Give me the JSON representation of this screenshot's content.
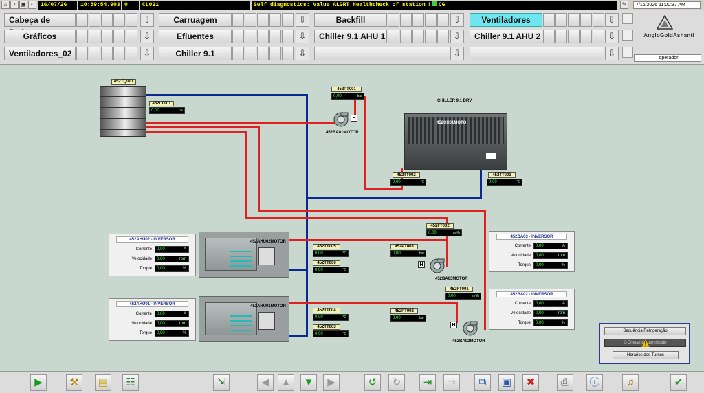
{
  "top_status": {
    "date": "16/07/26",
    "time": "10:59:54.903",
    "counter": "0",
    "station": "CL021",
    "message": "Self diagnostics: Value ALGRT Healthcheck of station Machine",
    "flag": "CG"
  },
  "nav": {
    "row1": [
      "Cabeça de Pedra",
      "Carruagem",
      "Backfill",
      "Ventiladores"
    ],
    "row2": [
      "Gráficos",
      "Efluentes",
      "Chiller 9.1 AHU 1",
      "Chiller 9.1 AHU 2"
    ],
    "row3": [
      "Ventiladores_02",
      "Chiller 9.1"
    ],
    "active": "Ventiladores"
  },
  "header_right": {
    "datetime": "7/16/2026 11:00:37 AM",
    "logo": "AngloGoldAshanti",
    "user": "operador"
  },
  "process": {
    "tank_tag": "452TQ001",
    "level_tag": "452LT001",
    "level_val": "0,00",
    "level_unit": "%",
    "pump1_pressure_tag": "452PT001",
    "pump1_pressure_val": "0,00",
    "pump1_pressure_unit": "bar",
    "pump1_motor": "452BA01MOTOR",
    "chiller_title": "CHILLER 9.1 DRV",
    "chiller_motor": "452CH01MOTO",
    "tt002_tag": "452TT002",
    "tt002_val": "0,00",
    "tt002_unit": "°C",
    "tt001_tag": "452TT001",
    "tt001_val": "0,00",
    "tt001_unit": "°C",
    "ft002_tag": "452FT002",
    "ft002_val": "0,00",
    "ft002_unit": "m³/h",
    "pt003_tag": "452PT003",
    "pt003_val": "0,00",
    "pt003_unit": "bar",
    "tt005_tag": "452TT005",
    "tt005_val": "0,00",
    "tt005_unit": "°C",
    "tt006_tag": "452TT006",
    "tt006_val": "0,00",
    "tt006_unit": "°C",
    "motor3": "452BA03MOTOR",
    "ft001_tag": "452FT001",
    "ft001_val": "0,00",
    "ft001_unit": "m³/h",
    "pt002_tag": "452PT002",
    "pt002_val": "0,00",
    "pt002_unit": "bar",
    "tt004_tag": "452TT004",
    "tt004_val": "0,00",
    "tt004_unit": "°C",
    "tt003_tag": "452TT003",
    "tt003_val": "0,00",
    "tt003_unit": "°C",
    "motor2": "452BA02MOTOR",
    "ahu2_motor": "452AHU02MOTOR",
    "ahu1_motor": "452AHU01MOTOR"
  },
  "inverters": [
    {
      "title": "452AHU02 - INVERSOR",
      "rows": [
        {
          "label": "Corrente",
          "val": "0,00",
          "unit": "A"
        },
        {
          "label": "Velocidade",
          "val": "0,00",
          "unit": "rpm"
        },
        {
          "label": "Torque",
          "val": "0,00",
          "unit": "%"
        }
      ]
    },
    {
      "title": "452AHU01 - INVERSOR",
      "rows": [
        {
          "label": "Corrente",
          "val": "0,00",
          "unit": "A"
        },
        {
          "label": "Velocidade",
          "val": "0,00",
          "unit": "rpm"
        },
        {
          "label": "Torque",
          "val": "0,00",
          "unit": "%"
        }
      ]
    },
    {
      "title": "452BA03 - INVERSOR",
      "rows": [
        {
          "label": "Corrente",
          "val": "0,00",
          "unit": "A"
        },
        {
          "label": "Velocidade",
          "val": "0,00",
          "unit": "rpm"
        },
        {
          "label": "Torque",
          "val": "0,00",
          "unit": "%"
        }
      ]
    },
    {
      "title": "452BA02 - INVERSOR",
      "rows": [
        {
          "label": "Corrente",
          "val": "0,00",
          "unit": "A"
        },
        {
          "label": "Velocidade",
          "val": "0,00",
          "unit": "rpm"
        },
        {
          "label": "Torque",
          "val": "0,00",
          "unit": "%"
        }
      ]
    }
  ],
  "sequence_panel": {
    "btn1": "Sequência Refrigeração",
    "status": "0-Checando permissão",
    "btn3": "Horários dos Turnos"
  },
  "colors": {
    "cold_pipe": "#0a2a8f",
    "hot_pipe": "#e0201e",
    "active_nav": "#6ee6f0",
    "background": "#c8d8cf"
  }
}
